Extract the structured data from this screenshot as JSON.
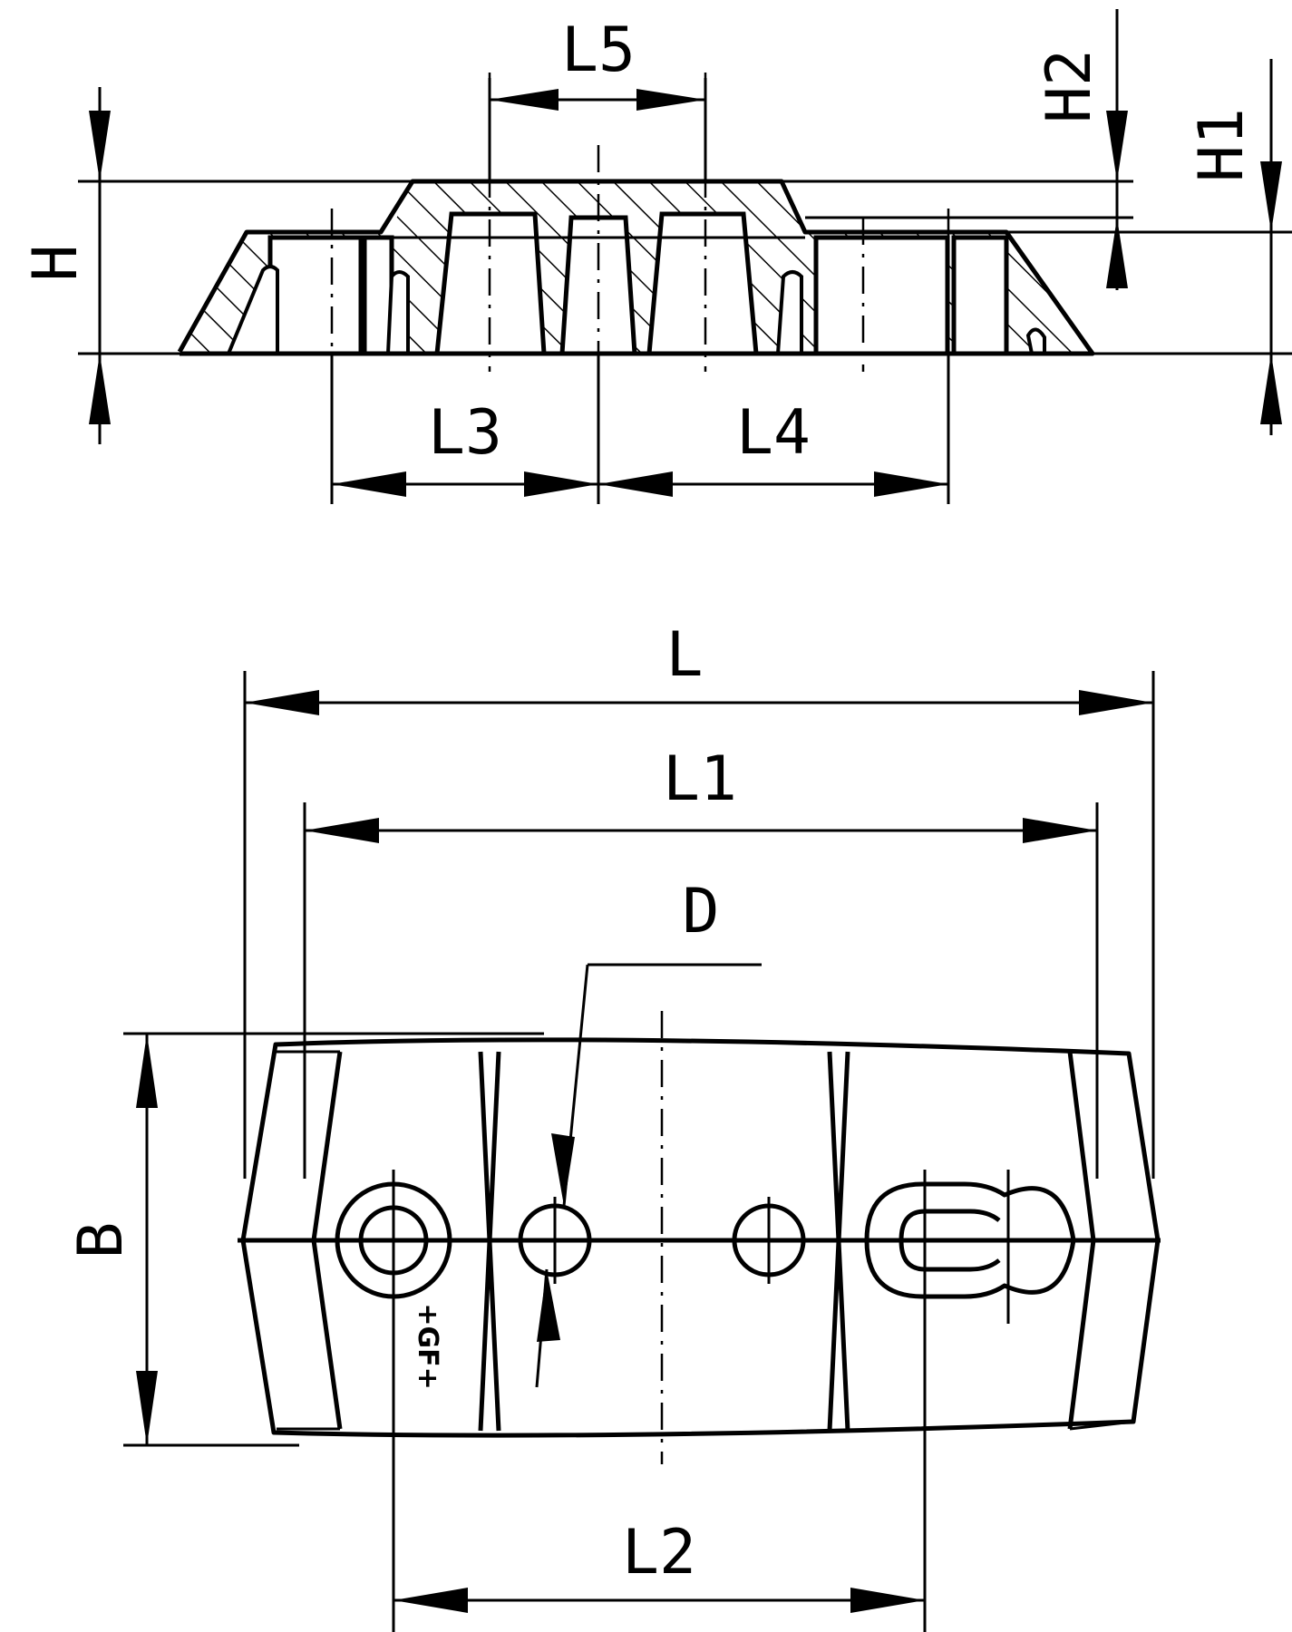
{
  "labels": {
    "L5": "L5",
    "H2": "H2",
    "H1": "H1",
    "H": "H",
    "L3": "L3",
    "L4": "L4",
    "L": "L",
    "L1": "L1",
    "D": "D",
    "B": "B",
    "L2": "L2"
  },
  "logo": "+GF+"
}
